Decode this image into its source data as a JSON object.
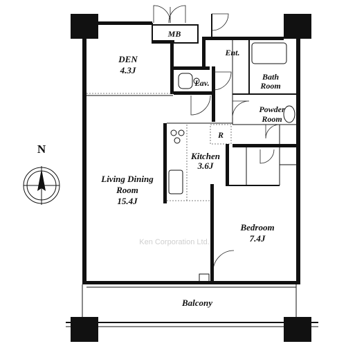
{
  "rooms": {
    "den": {
      "name": "DEN",
      "size": "4.3J"
    },
    "mb": {
      "name": "MB"
    },
    "ent": {
      "name": "Ent."
    },
    "lav": {
      "name": "Lav."
    },
    "bath": {
      "line1": "Bath",
      "line2": "Room"
    },
    "powder": {
      "line1": "Powder",
      "line2": "Room"
    },
    "refrigerator": {
      "name": "R"
    },
    "kitchen": {
      "name": "Kitchen",
      "size": "3.6J"
    },
    "living": {
      "line1": "Living Dining",
      "line2": "Room",
      "size": "15.4J"
    },
    "bedroom": {
      "name": "Bedroom",
      "size": "7.4J"
    },
    "balcony": {
      "name": "Balcony"
    }
  },
  "compass": {
    "north_label": "N"
  },
  "watermark": {
    "text": "Ken Corporation Ltd."
  }
}
